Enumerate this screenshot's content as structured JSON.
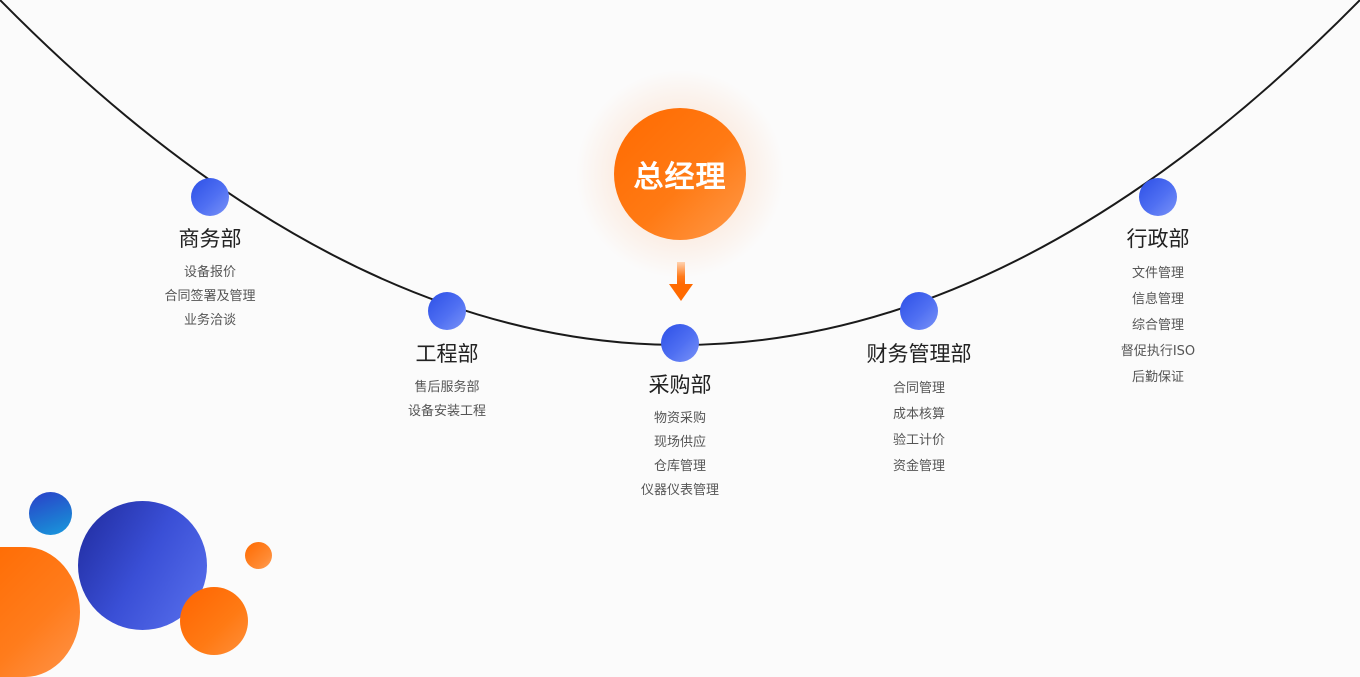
{
  "general_manager": {
    "label": "总经理"
  },
  "departments": [
    {
      "name": "商务部",
      "items": [
        "设备报价",
        "合同签署及管理",
        "业务洽谈"
      ]
    },
    {
      "name": "工程部",
      "items": [
        "售后服务部",
        "设备安装工程"
      ]
    },
    {
      "name": "采购部",
      "items": [
        "物资采购",
        "现场供应",
        "仓库管理",
        "仪器仪表管理"
      ]
    },
    {
      "name": "财务管理部",
      "items": [
        "合同管理",
        "成本核算",
        "验工计价",
        "资金管理"
      ]
    },
    {
      "name": "行政部",
      "items": [
        "文件管理",
        "信息管理",
        "综合管理",
        "督促执行ISO",
        "后勤保证"
      ]
    }
  ],
  "colors": {
    "node_blue": "#3a5cf0",
    "accent_orange": "#ff6a00",
    "arc_line": "#1a1a1a"
  }
}
